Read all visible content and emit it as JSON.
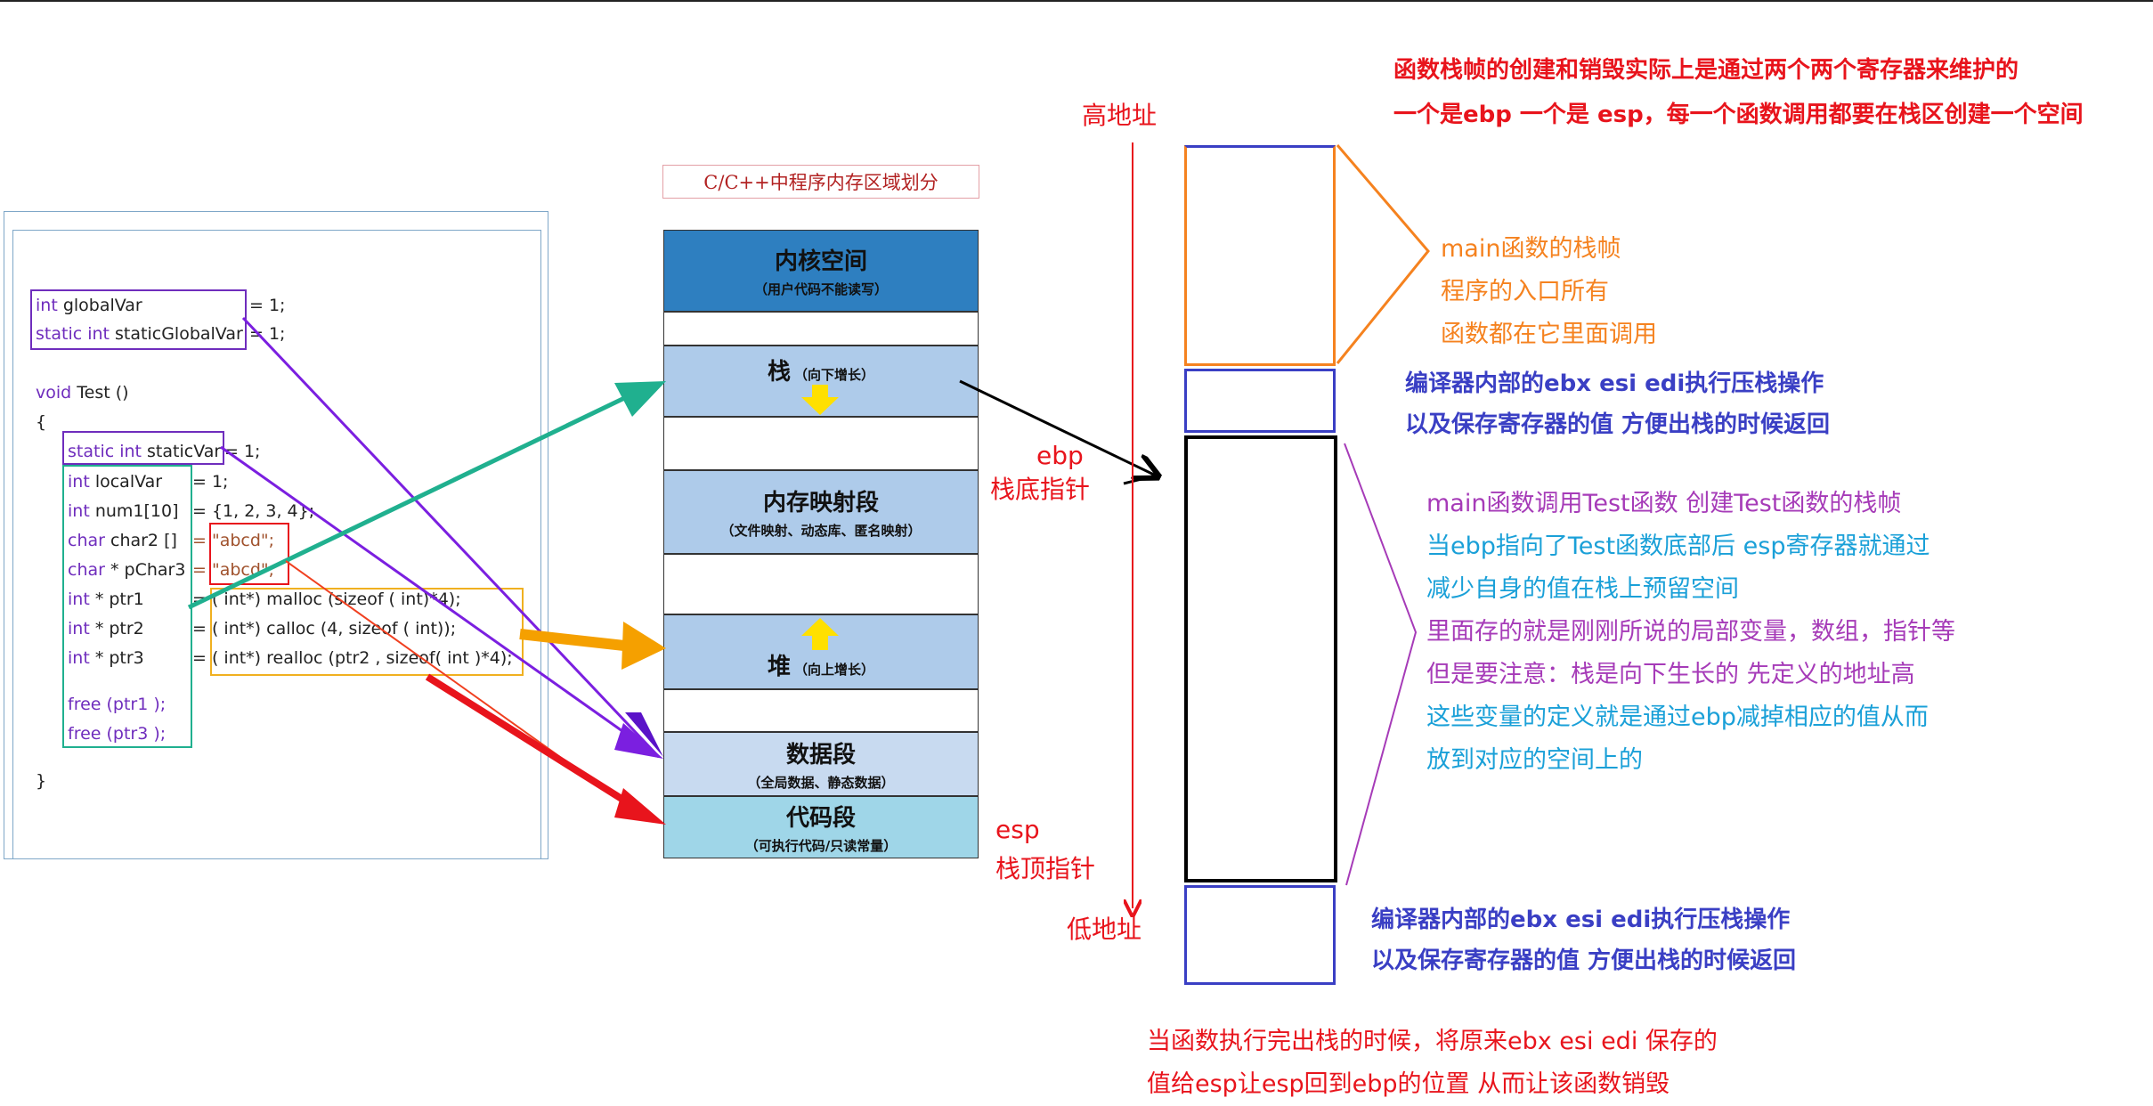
{
  "code": {
    "global_var": "int globalVar",
    "global_var_init": "= 1;",
    "static_global": "static int staticGlobalVar",
    "static_global_init": "= 1;",
    "func_sig": "void Test ()",
    "open_brace": "{",
    "static_var": "static int staticVar",
    "static_var_init": "= 1;",
    "local_var": "int localVar",
    "local_var_init": "= 1;",
    "num1": "int num1[10]",
    "num1_init": "= {1, 2, 3, 4};",
    "char2": "char char2 []",
    "char2_init": "= \"abcd\";",
    "pchar3": "char * pChar3",
    "pchar3_init": "= \"abcd\";",
    "ptr1": "int * ptr1",
    "ptr1_init": "= ( int*) malloc (sizeof ( int)*4);",
    "ptr2": "int * ptr2",
    "ptr2_init": "= ( int*) calloc (4, sizeof ( int));",
    "ptr3": "int * ptr3",
    "ptr3_init": "= ( int*) realloc (ptr2 , sizeof( int )*4);",
    "free1": "free (ptr1 );",
    "free3": "free (ptr3 );",
    "close_brace": "}"
  },
  "memory": {
    "title": "C/C++中程序内存区域划分",
    "kernel": {
      "title": "内核空间",
      "sub": "（用户代码不能读写）"
    },
    "stack": {
      "title": "栈",
      "sub": "（向下增长）"
    },
    "mmap": {
      "title": "内存映射段",
      "sub": "（文件映射、动态库、匿名映射）"
    },
    "heap": {
      "title": "堆",
      "sub": "（向上增长）"
    },
    "data": {
      "title": "数据段",
      "sub": "（全局数据、静态数据）"
    },
    "code": {
      "title": "代码段",
      "sub": "（可执行代码/只读常量）"
    }
  },
  "labels": {
    "high_addr": "高地址",
    "low_addr": "低地址",
    "ebp": "ebp",
    "ebp_desc": "栈底指针",
    "esp": "esp",
    "esp_desc": "栈顶指针"
  },
  "notes": {
    "top1": "函数栈帧的创建和销毁实际上是通过两个两个寄存器来维护的",
    "top2": "一个是ebp 一个是 esp，每一个函数调用都要在栈区创建一个空间",
    "main1": "main函数的栈帧",
    "main2": "程序的入口所有",
    "main3": "函数都在它里面调用",
    "push1a": "编译器内部的ebx esi edi执行压栈操作",
    "push1b": "以及保存寄存器的值 方便出栈的时候返回",
    "t1": "main函数调用Test函数 创建Test函数的栈帧",
    "t2": "当ebp指向了Test函数底部后 esp寄存器就通过",
    "t3": "减少自身的值在栈上预留空间",
    "t4": "里面存的就是刚刚所说的局部变量，数组，指针等",
    "t5": "但是要注意：栈是向下生长的 先定义的地址高",
    "t6": "这些变量的定义就是通过ebp减掉相应的值从而",
    "t7": "放到对应的空间上的",
    "push2a": "编译器内部的ebx esi edi执行压栈操作",
    "push2b": "以及保存寄存器的值 方便出栈的时候返回",
    "bottom1": "当函数执行完出栈的时候，将原来ebx esi edi 保存的",
    "bottom2": "值给esp让esp回到ebp的位置 从而让该函数销毁"
  },
  "colors": {
    "kernel": "#2e7fc0",
    "stack_blue": "#aecbea",
    "code_seg": "#9fd6e8",
    "data_seg": "#c8daf0",
    "red": "#e8141c",
    "orange": "#f5821f",
    "purple": "#7b1fe0",
    "teal": "#20b08f",
    "navy": "#3a3fc4",
    "cyan": "#1aa0d8",
    "magenta": "#a63bb8"
  }
}
